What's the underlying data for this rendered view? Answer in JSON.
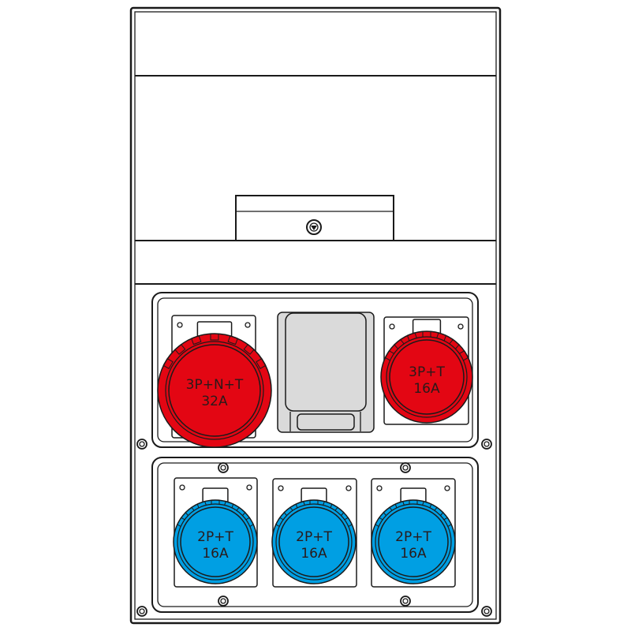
{
  "colors": {
    "red_socket": "#e30613",
    "blue_socket": "#009fe3",
    "cover_gray": "#dadada",
    "outline": "#1a1a1a"
  },
  "sockets": [
    {
      "line1": "3P+N+T",
      "line2": "32A",
      "color": "red"
    },
    {
      "line1": "3P+T",
      "line2": "16A",
      "color": "red"
    },
    {
      "line1": "2P+T",
      "line2": "16A",
      "color": "blue"
    },
    {
      "line1": "2P+T",
      "line2": "16A",
      "color": "blue"
    },
    {
      "line1": "2P+T",
      "line2": "16A",
      "color": "blue"
    }
  ]
}
